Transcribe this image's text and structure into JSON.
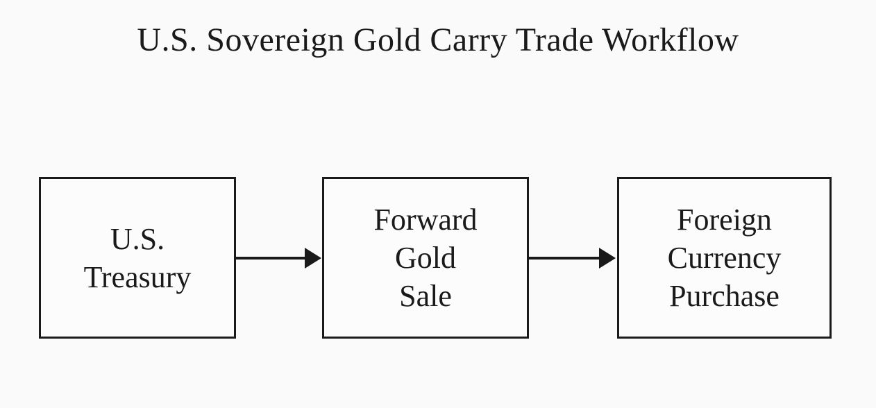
{
  "title": "U.S. Sovereign Gold Carry Trade Workflow",
  "flow": {
    "nodes": [
      {
        "id": "us-treasury",
        "label": "U.S.\nTreasury"
      },
      {
        "id": "forward-gold-sale",
        "label": "Forward\nGold\nSale"
      },
      {
        "id": "foreign-currency-purchase",
        "label": "Foreign\nCurrency\nPurchase"
      }
    ],
    "edges": [
      {
        "from": "us-treasury",
        "to": "forward-gold-sale",
        "direction": "right"
      },
      {
        "from": "forward-gold-sale",
        "to": "foreign-currency-purchase",
        "direction": "right"
      }
    ]
  },
  "colors": {
    "background": "#fafafa",
    "box_fill": "#fcfcfc",
    "ink": "#1a1a1a"
  }
}
